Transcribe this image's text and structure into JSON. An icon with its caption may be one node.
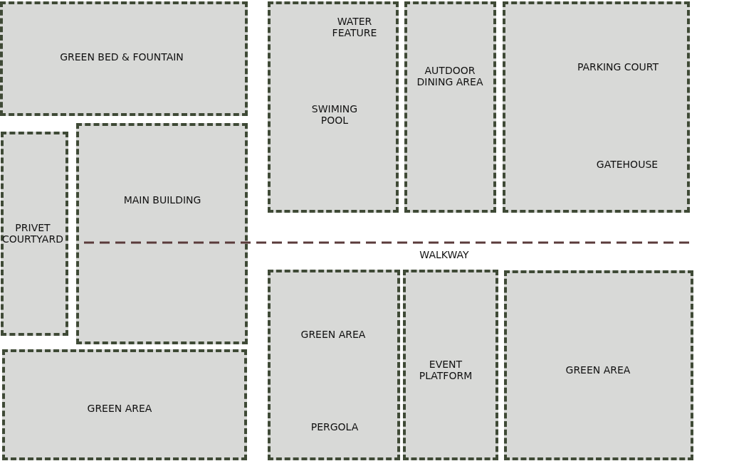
{
  "diagram": {
    "nodes": [
      {
        "text": [
          "GREEN BED & FOUNTAIN"
        ]
      },
      {
        "text": [
          "WATER FEATURE",
          "SWIMING POOL"
        ]
      },
      {
        "text": [
          "AUTDOOR DINING AREA"
        ]
      },
      {
        "text": [
          "PARKING COURT",
          "GATEHOUSE"
        ]
      },
      {
        "text": [
          "PRIVET COURTYARD"
        ]
      },
      {
        "text": [
          "MAIN BUILDING"
        ]
      },
      {
        "text": [
          "GREEN AREA",
          "PERGOLA"
        ]
      },
      {
        "text": [
          "EVENT PLATFORM"
        ]
      },
      {
        "text": [
          "GREEN AREA"
        ]
      },
      {
        "text": [
          "GREEN AREA"
        ]
      }
    ],
    "labels": [
      "WALKWAY"
    ]
  }
}
